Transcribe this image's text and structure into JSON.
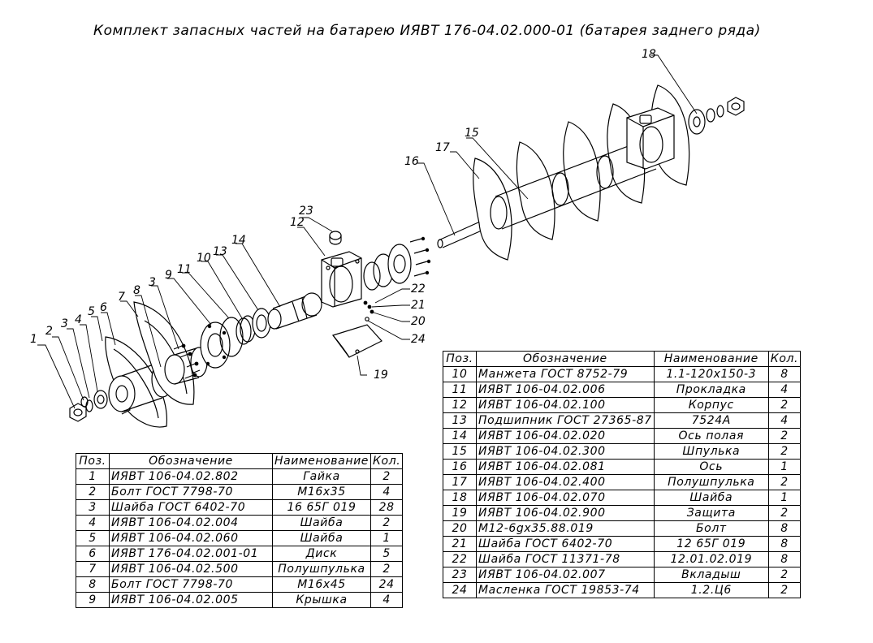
{
  "title": "Комплект запасных частей на батарею ИЯВТ 176-04.02.000-01 (батарея заднего ряда)",
  "callouts": [
    "1",
    "2",
    "3",
    "4",
    "5",
    "6",
    "7",
    "8",
    "3",
    "9",
    "11",
    "10",
    "13",
    "14",
    "12",
    "23",
    "22",
    "21",
    "20",
    "24",
    "19",
    "16",
    "17",
    "15",
    "18"
  ],
  "headers": {
    "pos": "Поз.",
    "designation": "Обозначение",
    "name": "Наименование",
    "qty": "Кол."
  },
  "table_left": [
    {
      "pos": "1",
      "designation": "ИЯВТ 106-04.02.802",
      "name": "Гайка",
      "qty": "2"
    },
    {
      "pos": "2",
      "designation": "Болт ГОСТ 7798-70",
      "name": "М16х35",
      "qty": "4"
    },
    {
      "pos": "3",
      "designation": "Шайба ГОСТ 6402-70",
      "name": "16 65Г 019",
      "qty": "28"
    },
    {
      "pos": "4",
      "designation": "ИЯВТ 106-04.02.004",
      "name": "Шайба",
      "qty": "2"
    },
    {
      "pos": "5",
      "designation": "ИЯВТ 106-04.02.060",
      "name": "Шайба",
      "qty": "1"
    },
    {
      "pos": "6",
      "designation": "ИЯВТ 176-04.02.001-01",
      "name": "Диск",
      "qty": "5"
    },
    {
      "pos": "7",
      "designation": "ИЯВТ 106-04.02.500",
      "name": "Полушпулька",
      "qty": "2"
    },
    {
      "pos": "8",
      "designation": "Болт ГОСТ 7798-70",
      "name": "М16х45",
      "qty": "24"
    },
    {
      "pos": "9",
      "designation": "ИЯВТ 106-04.02.005",
      "name": "Крышка",
      "qty": "4"
    }
  ],
  "table_right": [
    {
      "pos": "10",
      "designation": "Манжета ГОСТ 8752-79",
      "name": "1.1-120х150-3",
      "qty": "8"
    },
    {
      "pos": "11",
      "designation": "ИЯВТ 106-04.02.006",
      "name": "Прокладка",
      "qty": "4"
    },
    {
      "pos": "12",
      "designation": "ИЯВТ 106-04.02.100",
      "name": "Корпус",
      "qty": "2"
    },
    {
      "pos": "13",
      "designation": "Подшипник ГОСТ 27365-87",
      "name": "7524А",
      "qty": "4"
    },
    {
      "pos": "14",
      "designation": "ИЯВТ 106-04.02.020",
      "name": "Ось полая",
      "qty": "2"
    },
    {
      "pos": "15",
      "designation": "ИЯВТ 106-04.02.300",
      "name": "Шпулька",
      "qty": "2"
    },
    {
      "pos": "16",
      "designation": "ИЯВТ 106-04.02.081",
      "name": "Ось",
      "qty": "1"
    },
    {
      "pos": "17",
      "designation": "ИЯВТ 106-04.02.400",
      "name": "Полушпулька",
      "qty": "2"
    },
    {
      "pos": "18",
      "designation": "ИЯВТ 106-04.02.070",
      "name": "Шайба",
      "qty": "1"
    },
    {
      "pos": "19",
      "designation": "ИЯВТ 106-04.02.900",
      "name": "Защита",
      "qty": "2"
    },
    {
      "pos": "20",
      "designation": "М12-6gх35.88.019",
      "name": "Болт",
      "qty": "8"
    },
    {
      "pos": "21",
      "designation": "Шайба ГОСТ 6402-70",
      "name": "12 65Г 019",
      "qty": "8"
    },
    {
      "pos": "22",
      "designation": "Шайба ГОСТ 11371-78",
      "name": "12.01.02.019",
      "qty": "8"
    },
    {
      "pos": "23",
      "designation": "ИЯВТ 106-04.02.007",
      "name": "Вкладыш",
      "qty": "2"
    },
    {
      "pos": "24",
      "designation": "Масленка ГОСТ 19853-74",
      "name": "1.2.Ц6",
      "qty": "2"
    }
  ]
}
